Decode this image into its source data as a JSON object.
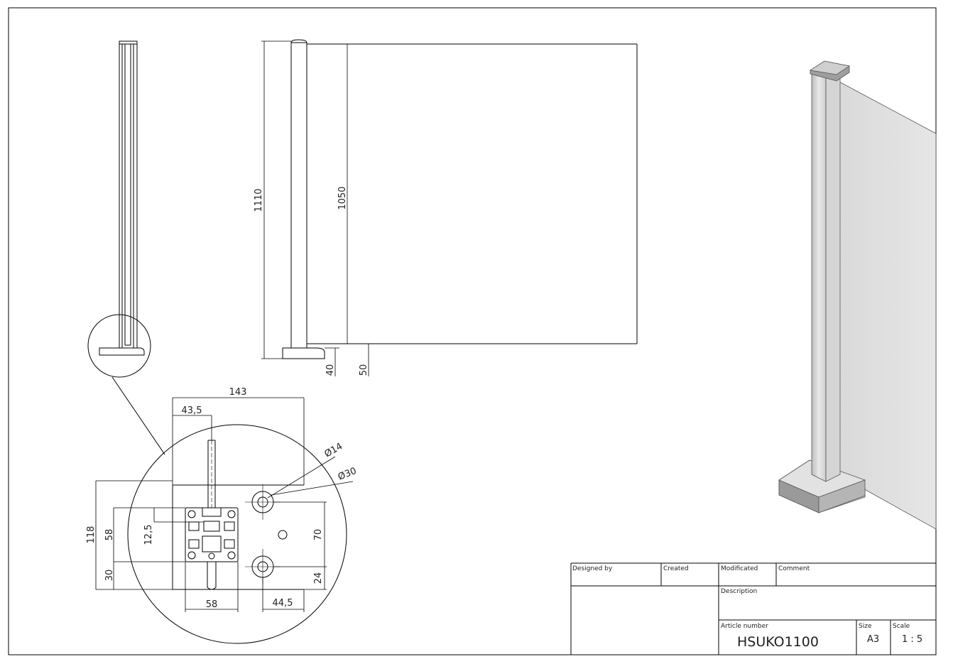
{
  "dimensions": {
    "height_total": "1110",
    "height_glass": "1050",
    "base_gap": "40",
    "glass_gap": "50",
    "base_width": "143",
    "post_offset": "43,5",
    "hole_small": "Ø14",
    "hole_large": "Ø30",
    "base_depth": "118",
    "post_depth": "58",
    "slot_offset": "12,5",
    "post_front": "30",
    "hole_spacing": "70",
    "hole_edge": "24",
    "post_width": "58",
    "hole_side": "44,5"
  },
  "title_block": {
    "designed_by_label": "Designed by",
    "created_label": "Created",
    "modified_label": "Modificated",
    "comment_label": "Comment",
    "description_label": "Description",
    "article_label": "Article number",
    "article_value": "HSUKO1100",
    "size_label": "Size",
    "size_value": "A3",
    "scale_label": "Scale",
    "scale_value": "1 : 5"
  }
}
